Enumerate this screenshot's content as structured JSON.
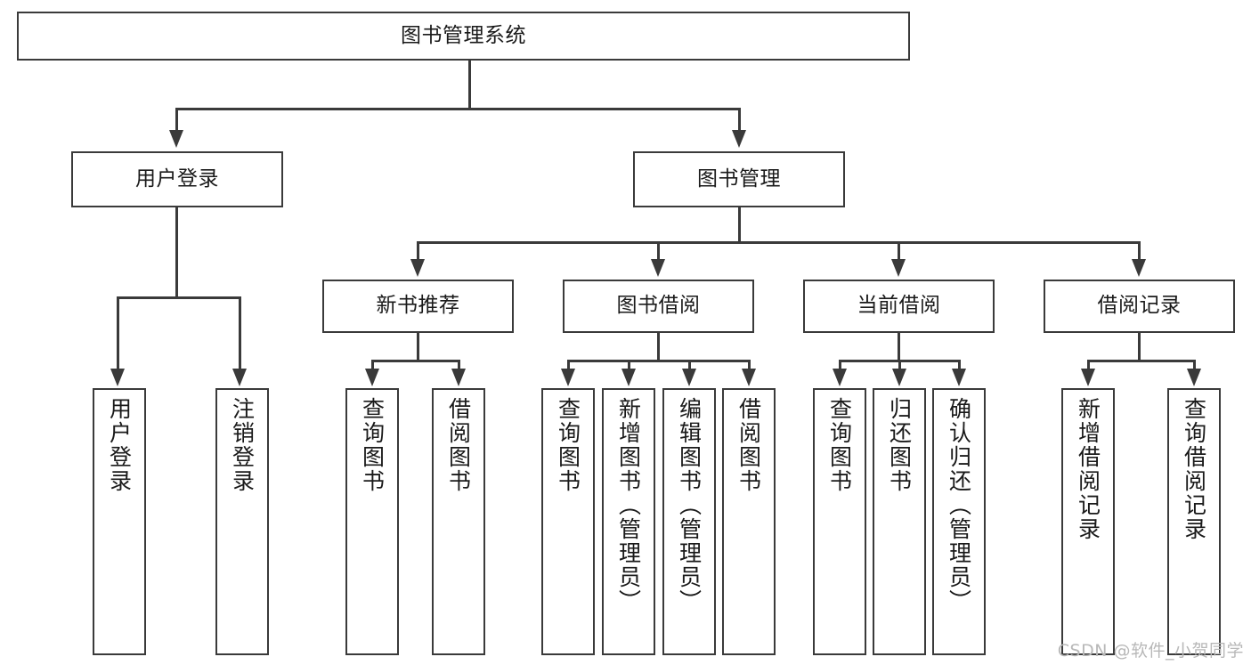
{
  "diagram": {
    "type": "tree-hierarchy",
    "title": "图书管理系统",
    "watermark": "CSDN @软件_小贺同学",
    "colors": {
      "stroke": "#3a3a3a",
      "fill": "#ffffff",
      "text": "#1a1a1a",
      "watermark": "#b8b8b8"
    },
    "root": {
      "label": "图书管理系统"
    },
    "level1": [
      {
        "label": "用户登录"
      },
      {
        "label": "图书管理"
      }
    ],
    "level2": [
      {
        "label": "新书推荐"
      },
      {
        "label": "图书借阅"
      },
      {
        "label": "当前借阅"
      },
      {
        "label": "借阅记录"
      }
    ],
    "leaves": {
      "user_login": [
        {
          "label": "用户登录"
        },
        {
          "label": "注销登录"
        }
      ],
      "new_book_rec": [
        {
          "label": "查询图书"
        },
        {
          "label": "借阅图书"
        }
      ],
      "book_borrow": [
        {
          "label": "查询图书"
        },
        {
          "label": "新增图书（管理员）"
        },
        {
          "label": "编辑图书（管理员）"
        },
        {
          "label": "借阅图书"
        }
      ],
      "current_borrow": [
        {
          "label": "查询图书"
        },
        {
          "label": "归还图书"
        },
        {
          "label": "确认归还（管理员）"
        }
      ],
      "borrow_record": [
        {
          "label": "新增借阅记录"
        },
        {
          "label": "查询借阅记录"
        }
      ]
    }
  }
}
